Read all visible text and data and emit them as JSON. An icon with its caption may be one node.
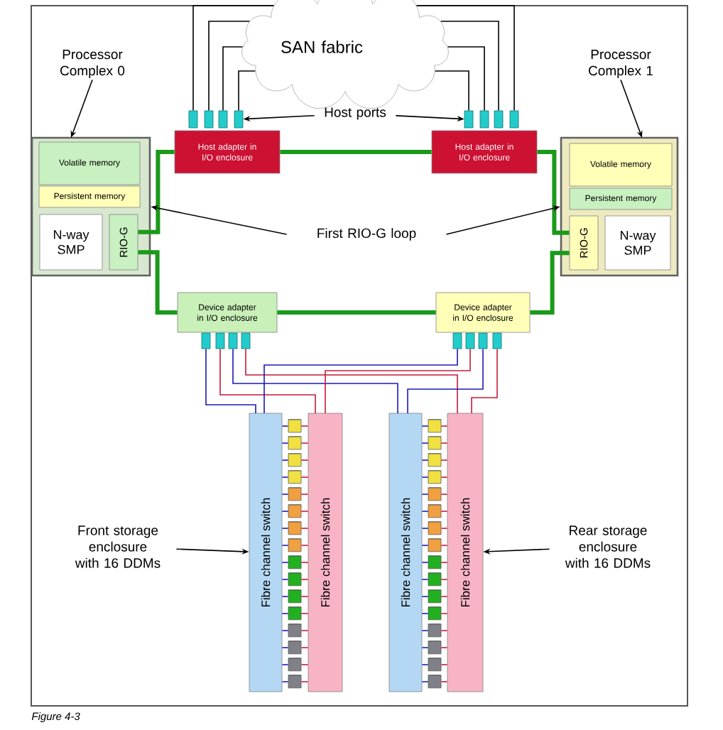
{
  "diagram": {
    "caption": "Figure 4-3",
    "nodes": [
      {
        "text": [
          "SAN fabric"
        ]
      },
      {
        "text": [
          "Processor Complex 0"
        ]
      },
      {
        "text": [
          "Processor Complex 1"
        ]
      },
      {
        "text": [
          "Host ports"
        ]
      },
      {
        "text": [],
        "shape": "box"
      },
      {
        "text": [],
        "shape": "box"
      },
      {
        "text": [],
        "shape": "box"
      },
      {
        "text": [],
        "shape": "box"
      },
      {
        "text": [],
        "shape": "box"
      },
      {
        "text": [],
        "shape": "box"
      },
      {
        "text": [],
        "shape": "box"
      },
      {
        "text": [],
        "shape": "box"
      },
      {
        "text": [
          "Host adapter in I/O enclosure"
        ]
      },
      {
        "text": [
          "Host adapter in I/O enclosure"
        ]
      },
      {
        "text": [],
        "shape": "box"
      },
      {
        "text": [
          "Volatile memory"
        ],
        "in": 14
      },
      {
        "text": [
          "Persistent memory"
        ],
        "in": 14
      },
      {
        "text": [
          "N-way SMP"
        ],
        "in": 14
      },
      {
        "text": [
          "RIO-G"
        ],
        "in": 14
      },
      {
        "text": [],
        "shape": "box"
      },
      {
        "text": [
          "Volatile memory"
        ],
        "in": 19
      },
      {
        "text": [
          "Persistent memory"
        ],
        "in": 19
      },
      {
        "text": [
          "RIO-G"
        ],
        "in": 19
      },
      {
        "text": [
          "N-way SMP"
        ],
        "in": 19
      },
      {
        "text": [
          "First RIO-G loop"
        ]
      },
      {
        "text": [
          "Device adapter in I/O enclosure"
        ]
      },
      {
        "text": [
          "Device adapter in I/O enclosure"
        ]
      },
      {
        "text": [],
        "shape": "box"
      },
      {
        "text": [],
        "shape": "box"
      },
      {
        "text": [],
        "shape": "box"
      },
      {
        "text": [],
        "shape": "box"
      },
      {
        "text": [],
        "shape": "box"
      },
      {
        "text": [],
        "shape": "box"
      },
      {
        "text": [],
        "shape": "box"
      },
      {
        "text": [],
        "shape": "box"
      },
      {
        "text": [
          "Fibre channel switch"
        ]
      },
      {
        "text": [
          "Fibre channel switch"
        ]
      },
      {
        "text": [
          "Fibre channel switch"
        ]
      },
      {
        "text": [
          "Fibre channel switch"
        ]
      },
      {
        "text": [
          "Front storage enclosure with 16 DDMs"
        ]
      },
      {
        "text": [
          "Rear storage enclosure with 16 DDMs"
        ]
      },
      {
        "text": [],
        "shape": "cylinder"
      },
      {
        "text": [],
        "shape": "cylinder"
      },
      {
        "text": [],
        "shape": "cylinder"
      },
      {
        "text": [],
        "shape": "cylinder"
      },
      {
        "text": [],
        "shape": "cylinder"
      },
      {
        "text": [],
        "shape": "cylinder"
      },
      {
        "text": [],
        "shape": "cylinder"
      },
      {
        "text": [],
        "shape": "cylinder"
      },
      {
        "text": [],
        "shape": "cylinder"
      },
      {
        "text": [],
        "shape": "cylinder"
      },
      {
        "text": [],
        "shape": "cylinder"
      },
      {
        "text": [],
        "shape": "cylinder"
      },
      {
        "text": [],
        "shape": "cylinder"
      },
      {
        "text": [],
        "shape": "cylinder"
      },
      {
        "text": [],
        "shape": "cylinder"
      },
      {
        "text": [],
        "shape": "cylinder"
      },
      {
        "text": [],
        "shape": "cylinder"
      },
      {
        "text": [],
        "shape": "cylinder"
      },
      {
        "text": [],
        "shape": "cylinder"
      },
      {
        "text": [],
        "shape": "cylinder"
      },
      {
        "text": [],
        "shape": "cylinder"
      },
      {
        "text": [],
        "shape": "cylinder"
      },
      {
        "text": [],
        "shape": "cylinder"
      },
      {
        "text": [],
        "shape": "cylinder"
      },
      {
        "text": [],
        "shape": "cylinder"
      },
      {
        "text": [],
        "shape": "cylinder"
      },
      {
        "text": [],
        "shape": "cylinder"
      },
      {
        "text": [],
        "shape": "cylinder"
      },
      {
        "text": [],
        "shape": "cylinder"
      },
      {
        "text": [],
        "shape": "cylinder"
      },
      {
        "text": [],
        "shape": "cylinder"
      },
      {
        "text": [],
        "shape": "cylinder"
      }
    ],
    "edges": [
      {
        "from": 0,
        "to": 4,
        "arrow": "none",
        "color": "#000000"
      },
      {
        "from": 0,
        "to": 5,
        "arrow": "none",
        "color": "#000000"
      },
      {
        "from": 0,
        "to": 6,
        "arrow": "none",
        "color": "#000000"
      },
      {
        "from": 0,
        "to": 7,
        "arrow": "none",
        "color": "#000000"
      },
      {
        "from": 0,
        "to": 8,
        "arrow": "none",
        "color": "#000000"
      },
      {
        "from": 0,
        "to": 9,
        "arrow": "none",
        "color": "#000000"
      },
      {
        "from": 0,
        "to": 10,
        "arrow": "none",
        "color": "#000000"
      },
      {
        "from": 0,
        "to": 11,
        "arrow": "none",
        "color": "#000000"
      },
      {
        "from": 1,
        "to": 14,
        "arrow": "to",
        "color": "#000000"
      },
      {
        "from": 2,
        "to": 19,
        "arrow": "to",
        "color": "#000000"
      },
      {
        "from": 3,
        "to": 7,
        "arrow": "to",
        "color": "#000000"
      },
      {
        "from": 3,
        "to": 8,
        "arrow": "to",
        "color": "#000000"
      },
      {
        "from": 18,
        "to": 12,
        "arrow": "none",
        "style": "thick",
        "color": "#1a9a1a"
      },
      {
        "from": 12,
        "to": 13,
        "arrow": "none",
        "style": "thick",
        "color": "#1a9a1a"
      },
      {
        "from": 13,
        "to": 22,
        "arrow": "none",
        "style": "thick",
        "color": "#1a9a1a"
      },
      {
        "from": 22,
        "to": 26,
        "arrow": "none",
        "style": "thick",
        "color": "#1a9a1a"
      },
      {
        "from": 26,
        "to": 25,
        "arrow": "none",
        "style": "thick",
        "color": "#1a9a1a"
      },
      {
        "from": 25,
        "to": 18,
        "arrow": "none",
        "style": "thick",
        "color": "#1a9a1a"
      },
      {
        "from": 24,
        "to": 14,
        "arrow": "to",
        "color": "#000000"
      },
      {
        "from": 24,
        "to": 19,
        "arrow": "to",
        "color": "#000000"
      },
      {
        "from": 27,
        "to": 35,
        "arrow": "none",
        "color": "#1a1ab4"
      },
      {
        "from": 28,
        "to": 36,
        "arrow": "none",
        "color": "#c81a3a"
      },
      {
        "from": 29,
        "to": 37,
        "arrow": "none",
        "color": "#1a1ab4"
      },
      {
        "from": 30,
        "to": 38,
        "arrow": "none",
        "color": "#c81a3a"
      },
      {
        "from": 31,
        "to": 35,
        "arrow": "none",
        "color": "#1a1ab4"
      },
      {
        "from": 32,
        "to": 36,
        "arrow": "none",
        "color": "#c81a3a"
      },
      {
        "from": 33,
        "to": 37,
        "arrow": "none",
        "color": "#1a1ab4"
      },
      {
        "from": 34,
        "to": 38,
        "arrow": "none",
        "color": "#c81a3a"
      },
      {
        "from": 39,
        "to": 35,
        "arrow": "to",
        "color": "#000000"
      },
      {
        "from": 40,
        "to": 38,
        "arrow": "to",
        "color": "#000000"
      },
      {
        "from": 35,
        "to": 41,
        "arrow": "none",
        "color": "#1a1ab4"
      },
      {
        "from": 36,
        "to": 41,
        "arrow": "none",
        "color": "#c81a3a"
      },
      {
        "from": 35,
        "to": 42,
        "arrow": "none",
        "color": "#1a1ab4"
      },
      {
        "from": 36,
        "to": 42,
        "arrow": "none",
        "color": "#c81a3a"
      },
      {
        "from": 35,
        "to": 43,
        "arrow": "none",
        "color": "#1a1ab4"
      },
      {
        "from": 36,
        "to": 43,
        "arrow": "none",
        "color": "#c81a3a"
      },
      {
        "from": 35,
        "to": 44,
        "arrow": "none",
        "color": "#1a1ab4"
      },
      {
        "from": 36,
        "to": 44,
        "arrow": "none",
        "color": "#c81a3a"
      },
      {
        "from": 35,
        "to": 45,
        "arrow": "none",
        "color": "#1a1ab4"
      },
      {
        "from": 36,
        "to": 45,
        "arrow": "none",
        "color": "#c81a3a"
      },
      {
        "from": 35,
        "to": 46,
        "arrow": "none",
        "color": "#1a1ab4"
      },
      {
        "from": 36,
        "to": 46,
        "arrow": "none",
        "color": "#c81a3a"
      },
      {
        "from": 35,
        "to": 47,
        "arrow": "none",
        "color": "#1a1ab4"
      },
      {
        "from": 36,
        "to": 47,
        "arrow": "none",
        "color": "#c81a3a"
      },
      {
        "from": 35,
        "to": 48,
        "arrow": "none",
        "color": "#1a1ab4"
      },
      {
        "from": 36,
        "to": 48,
        "arrow": "none",
        "color": "#c81a3a"
      },
      {
        "from": 35,
        "to": 49,
        "arrow": "none",
        "color": "#1a1ab4"
      },
      {
        "from": 36,
        "to": 49,
        "arrow": "none",
        "color": "#c81a3a"
      },
      {
        "from": 35,
        "to": 50,
        "arrow": "none",
        "color": "#1a1ab4"
      },
      {
        "from": 36,
        "to": 50,
        "arrow": "none",
        "color": "#c81a3a"
      },
      {
        "from": 35,
        "to": 51,
        "arrow": "none",
        "color": "#1a1ab4"
      },
      {
        "from": 36,
        "to": 51,
        "arrow": "none",
        "color": "#c81a3a"
      },
      {
        "from": 35,
        "to": 52,
        "arrow": "none",
        "color": "#1a1ab4"
      },
      {
        "from": 36,
        "to": 52,
        "arrow": "none",
        "color": "#c81a3a"
      },
      {
        "from": 35,
        "to": 53,
        "arrow": "none",
        "color": "#1a1ab4"
      },
      {
        "from": 36,
        "to": 53,
        "arrow": "none",
        "color": "#c81a3a"
      },
      {
        "from": 35,
        "to": 54,
        "arrow": "none",
        "color": "#1a1ab4"
      },
      {
        "from": 36,
        "to": 54,
        "arrow": "none",
        "color": "#c81a3a"
      },
      {
        "from": 35,
        "to": 55,
        "arrow": "none",
        "color": "#1a1ab4"
      },
      {
        "from": 36,
        "to": 55,
        "arrow": "none",
        "color": "#c81a3a"
      },
      {
        "from": 35,
        "to": 56,
        "arrow": "none",
        "color": "#1a1ab4"
      },
      {
        "from": 36,
        "to": 56,
        "arrow": "none",
        "color": "#c81a3a"
      },
      {
        "from": 37,
        "to": 57,
        "arrow": "none",
        "color": "#1a1ab4"
      },
      {
        "from": 38,
        "to": 57,
        "arrow": "none",
        "color": "#c81a3a"
      },
      {
        "from": 37,
        "to": 58,
        "arrow": "none",
        "color": "#1a1ab4"
      },
      {
        "from": 38,
        "to": 58,
        "arrow": "none",
        "color": "#c81a3a"
      },
      {
        "from": 37,
        "to": 59,
        "arrow": "none",
        "color": "#1a1ab4"
      },
      {
        "from": 38,
        "to": 59,
        "arrow": "none",
        "color": "#c81a3a"
      },
      {
        "from": 37,
        "to": 60,
        "arrow": "none",
        "color": "#1a1ab4"
      },
      {
        "from": 38,
        "to": 60,
        "arrow": "none",
        "color": "#c81a3a"
      },
      {
        "from": 37,
        "to": 61,
        "arrow": "none",
        "color": "#1a1ab4"
      },
      {
        "from": 38,
        "to": 61,
        "arrow": "none",
        "color": "#c81a3a"
      },
      {
        "from": 37,
        "to": 62,
        "arrow": "none",
        "color": "#1a1ab4"
      },
      {
        "from": 38,
        "to": 62,
        "arrow": "none",
        "color": "#c81a3a"
      },
      {
        "from": 37,
        "to": 63,
        "arrow": "none",
        "color": "#1a1ab4"
      },
      {
        "from": 38,
        "to": 63,
        "arrow": "none",
        "color": "#c81a3a"
      },
      {
        "from": 37,
        "to": 64,
        "arrow": "none",
        "color": "#1a1ab4"
      },
      {
        "from": 38,
        "to": 64,
        "arrow": "none",
        "color": "#c81a3a"
      },
      {
        "from": 37,
        "to": 65,
        "arrow": "none",
        "color": "#1a1ab4"
      },
      {
        "from": 38,
        "to": 65,
        "arrow": "none",
        "color": "#c81a3a"
      },
      {
        "from": 37,
        "to": 66,
        "arrow": "none",
        "color": "#1a1ab4"
      },
      {
        "from": 38,
        "to": 66,
        "arrow": "none",
        "color": "#c81a3a"
      },
      {
        "from": 37,
        "to": 67,
        "arrow": "none",
        "color": "#1a1ab4"
      },
      {
        "from": 38,
        "to": 67,
        "arrow": "none",
        "color": "#c81a3a"
      },
      {
        "from": 37,
        "to": 68,
        "arrow": "none",
        "color": "#1a1ab4"
      },
      {
        "from": 38,
        "to": 68,
        "arrow": "none",
        "color": "#c81a3a"
      },
      {
        "from": 37,
        "to": 69,
        "arrow": "none",
        "color": "#1a1ab4"
      },
      {
        "from": 38,
        "to": 69,
        "arrow": "none",
        "color": "#c81a3a"
      },
      {
        "from": 37,
        "to": 70,
        "arrow": "none",
        "color": "#1a1ab4"
      },
      {
        "from": 38,
        "to": 70,
        "arrow": "none",
        "color": "#c81a3a"
      },
      {
        "from": 37,
        "to": 71,
        "arrow": "none",
        "color": "#1a1ab4"
      },
      {
        "from": 38,
        "to": 71,
        "arrow": "none",
        "color": "#c81a3a"
      },
      {
        "from": 37,
        "to": 72,
        "arrow": "none",
        "color": "#1a1ab4"
      },
      {
        "from": 38,
        "to": 72,
        "arrow": "none",
        "color": "#c81a3a"
      }
    ]
  }
}
